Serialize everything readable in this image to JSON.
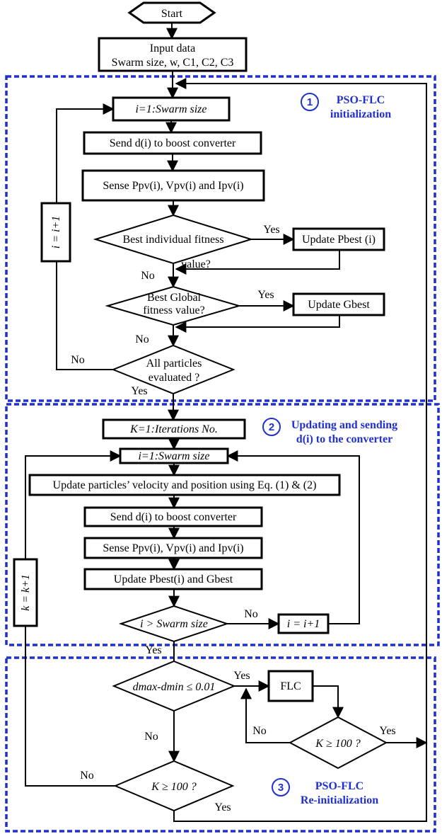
{
  "nodes": {
    "start": "Start",
    "input_1": "Input data",
    "input_2": "Swarm size, w, C1, C2, C3",
    "s1_loop": "i=1:Swarm size",
    "s1_send": "Send d(i) to boost converter",
    "s1_sense": "Sense Ppv(i), Vpv(i) and Ipv(i)",
    "s1_best_ind_1": "Best individual fitness",
    "s1_best_ind_2": "value?",
    "s1_update_pbest": "Update Pbest (i)",
    "s1_best_glob_1": "Best Global",
    "s1_best_glob_2": "fitness value?",
    "s1_update_gbest": "Update Gbest",
    "s1_all_1": "All particles",
    "s1_all_2": "evaluated ?",
    "s1_incr": "i = i+1",
    "s2_iter": "K=1:Iterations No.",
    "s2_loop": "i=1:Swarm size",
    "s2_update_vel": "Update particles’ velocity and position using Eq. (1) & (2)",
    "s2_send": "Send d(i) to boost converter",
    "s2_sense": "Sense Ppv(i), Vpv(i) and Ipv(i)",
    "s2_update_best": "Update Pbest(i) and Gbest",
    "s2_cond": "i > Swarm size",
    "s2_incr": "i = i+1",
    "s2_k_incr": "k = k+1",
    "s3_cond": "dmax-dmin ≤ 0.01",
    "s3_flc": "FLC",
    "s3_k1": "K ≥ 100 ?",
    "s3_k2": "K ≥ 100 ?"
  },
  "edge_labels": {
    "yes": "Yes",
    "no": "No"
  },
  "sections": [
    {
      "number": "1",
      "title_1": "PSO-FLC",
      "title_2": "initialization"
    },
    {
      "number": "2",
      "title_1": "Updating and sending",
      "title_2": "d(i) to the converter"
    },
    {
      "number": "3",
      "title_1": "PSO-FLC",
      "title_2": "Re-initialization"
    }
  ],
  "colors": {
    "section_border": "#1f2fd0",
    "section_text": "#1f2fd0",
    "lines": "#000000"
  }
}
